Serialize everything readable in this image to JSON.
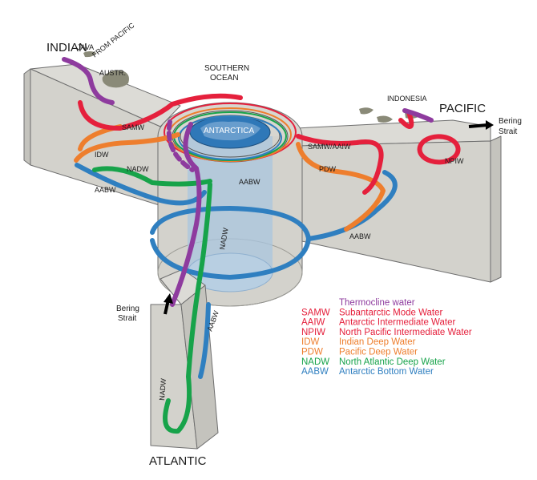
{
  "regions": {
    "indian": "INDIAN",
    "pacific": "PACIFIC",
    "atlantic": "ATLANTIC",
    "southern_ocean_line1": "SOUTHERN",
    "southern_ocean_line2": "OCEAN",
    "antarctica": "ANTARCTICA",
    "java": "JAVA",
    "from_pacific": "FROM PACIFIC",
    "austr": "AUSTR.",
    "indonesia": "INDONESIA",
    "bering_strait_pacific_line1": "Bering",
    "bering_strait_pacific_line2": "Strait",
    "bering_strait_atlantic_line1": "Bering",
    "bering_strait_atlantic_line2": "Strait"
  },
  "flow_labels": {
    "samw_indian": "SAMW",
    "idw": "IDW",
    "nadw_indian": "NADW",
    "aabw_indian": "AABW",
    "samw_aaiw_pacific": "SAMW/AAIW",
    "pdw": "PDW",
    "npiw": "NPIW",
    "aabw_pacific": "AABW",
    "aabw_southern": "AABW",
    "nadw_southern": "NADW",
    "nadw_atlantic": "NADW",
    "aabw_atlantic": "AABW"
  },
  "legend": [
    {
      "abbr": "",
      "name": "Thermocline water",
      "color": "#8e3b9e"
    },
    {
      "abbr": "SAMW",
      "name": "Subantarctic Mode Water",
      "color": "#e5203c"
    },
    {
      "abbr": "AAIW",
      "name": "Antarctic Intermediate Water",
      "color": "#e5203c"
    },
    {
      "abbr": "NPIW",
      "name": "North Pacific Intermediate Water",
      "color": "#e5203c"
    },
    {
      "abbr": "IDW",
      "name": "Indian Deep Water",
      "color": "#ee7e2d"
    },
    {
      "abbr": "PDW",
      "name": "Pacific Deep Water",
      "color": "#ee7e2d"
    },
    {
      "abbr": "NADW",
      "name": "North Atlantic Deep Water",
      "color": "#17a34a"
    },
    {
      "abbr": "AABW",
      "name": "Antarctic Bottom Water",
      "color": "#2f7fc0"
    }
  ],
  "colors": {
    "basin_fill": "#d9d8d3",
    "basin_stroke": "#6e6e6e",
    "continent": "#8a8a78",
    "antarctica": "#2f78b8",
    "cylinder": "#a9c6df"
  }
}
